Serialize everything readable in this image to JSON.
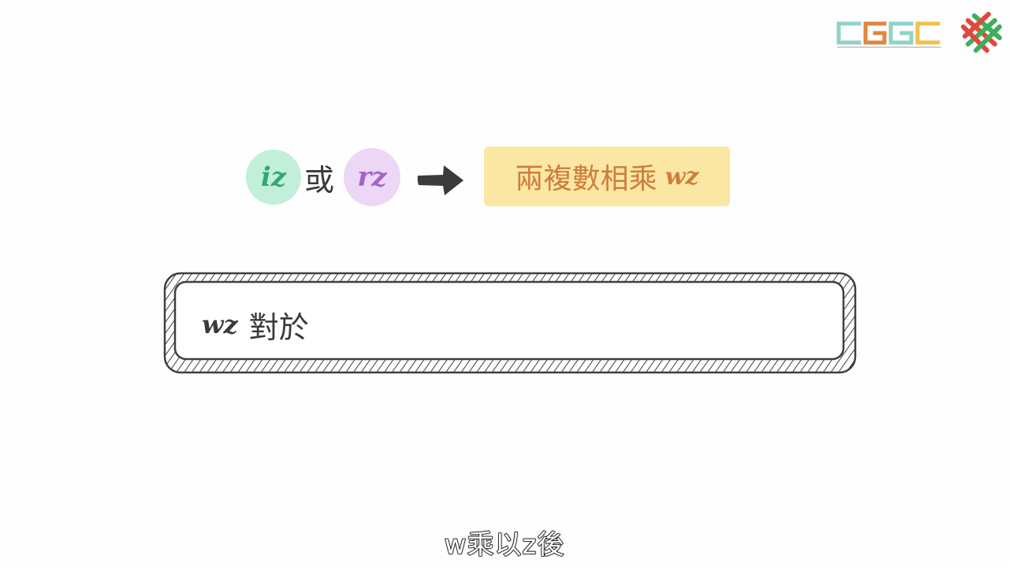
{
  "top_row": {
    "left_term": "iz",
    "connector": "或",
    "right_term": "rz",
    "result_label": "兩複數相乘",
    "result_math": "wz"
  },
  "frame": {
    "math": "wz",
    "text": "對於"
  },
  "subtitle": "w乘以z後",
  "icons": {
    "brand_logo": "cogc-logo-icon",
    "brand_mark": "knot-logo-icon",
    "arrow": "right-arrow-icon"
  },
  "colors": {
    "iz_bubble": "#c2efd9",
    "iz_text": "#33a874",
    "rz_bubble": "#ecd7f6",
    "rz_text": "#a165c9",
    "result_box": "#fbe7a4",
    "result_text": "#cf7d3c",
    "ink": "#3a3a3a"
  }
}
